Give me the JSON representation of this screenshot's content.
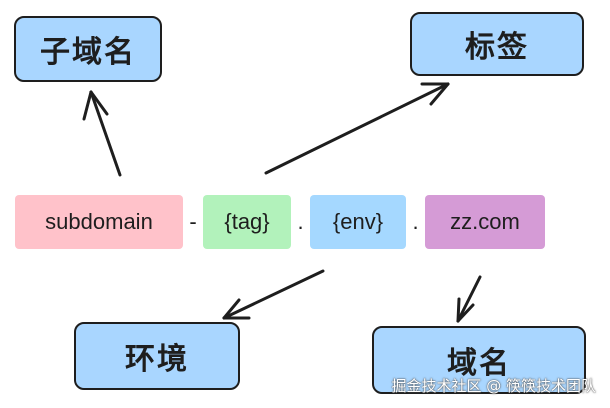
{
  "boxes": {
    "subdomain": "子域名",
    "tag": "标签",
    "env": "环境",
    "domain": "域名"
  },
  "segments": {
    "subdomain": "subdomain",
    "tag": "{tag}",
    "env": "{env}",
    "zz": "zz.com"
  },
  "separators": [
    "-",
    ".",
    "."
  ],
  "watermark": "掘金技术社区 @ 筷筷技术团队",
  "colors": {
    "box_fill": "#a9d6ff",
    "subdomain_segment": "#ffc2ca",
    "tag_segment": "#b2f2bb",
    "env_segment": "#a5d8ff",
    "zz_segment": "#d59bd6",
    "stroke": "#1e1e1e"
  }
}
